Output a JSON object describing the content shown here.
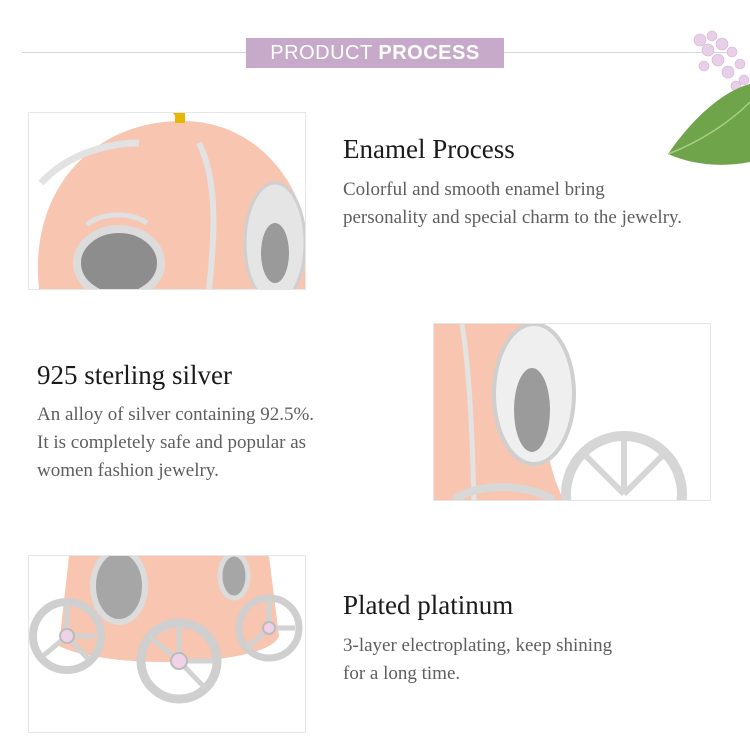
{
  "header": {
    "title_light": "PRODUCT ",
    "title_bold": "PROCESS"
  },
  "sections": [
    {
      "title": "Enamel Process",
      "desc_lines": [
        "Colorful and smooth enamel bring",
        "personality and special charm to the jewelry."
      ]
    },
    {
      "title": "925 sterling silver",
      "desc_lines": [
        "An alloy of silver containing 92.5%.",
        "It is completely safe and popular as",
        "women fashion jewelry."
      ]
    },
    {
      "title": "Plated platinum",
      "desc_lines": [
        "3-layer electroplating, keep shining",
        "for a long time."
      ]
    }
  ],
  "colors": {
    "header_bg": "#c7aac9",
    "enamel_peach": "#f7c5b0",
    "silver": "#d9d9d9",
    "leaf_green": "#6fa44a",
    "blossom_lilac": "#e8cfe8"
  }
}
